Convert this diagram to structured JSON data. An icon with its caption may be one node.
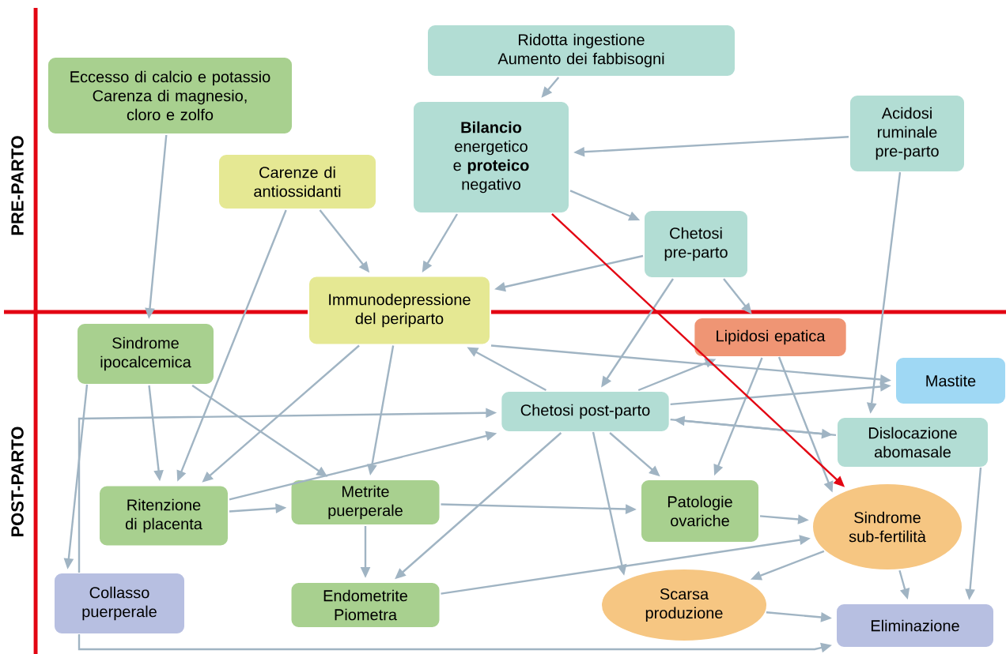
{
  "diagram": {
    "nodes": [
      {
        "text": [
          "Ridotta ingestione",
          "Aumento dei fabbisogni"
        ]
      },
      {
        "text": [
          "Eccesso di calcio e potassio",
          "Carenza di magnesio, cloro e zolfo"
        ]
      },
      {
        "text": [
          "**Bilancio** energetico e **proteico** negativo"
        ]
      },
      {
        "text": [
          "Acidosi ruminale pre-parto"
        ]
      },
      {
        "text": [
          "Carenze di antiossidanti"
        ]
      },
      {
        "text": [
          "Chetosi pre-parto"
        ]
      },
      {
        "text": [
          "Immunodepressione del periparto"
        ]
      },
      {
        "text": [
          "Sindrome ipocalcemica"
        ]
      },
      {
        "text": [
          "Lipidosi epatica"
        ]
      },
      {
        "text": [
          "Mastite"
        ]
      },
      {
        "text": [
          "Chetosi post-parto"
        ]
      },
      {
        "text": [
          "Dislocazione abomasale"
        ]
      },
      {
        "text": [
          "Ritenzione di placenta"
        ]
      },
      {
        "text": [
          "Metrite puerperale"
        ]
      },
      {
        "text": [
          "Patologie ovariche"
        ]
      },
      {
        "text": [
          "Sindrome sub-fertilità"
        ]
      },
      {
        "text": [
          "Collasso puerperale"
        ]
      },
      {
        "text": [
          "Endometrite Piometra"
        ]
      },
      {
        "text": [
          "Scarsa produzione"
        ]
      },
      {
        "text": [
          "Eliminazione"
        ]
      }
    ],
    "edges": [
      {
        "from": 0,
        "to": 2,
        "arrow": "to"
      },
      {
        "from": 3,
        "to": 2,
        "arrow": "to"
      },
      {
        "from": 2,
        "to": 5,
        "arrow": "to"
      },
      {
        "from": 1,
        "to": 7,
        "arrow": "to"
      },
      {
        "from": 4,
        "to": 6,
        "arrow": "to"
      },
      {
        "from": 2,
        "to": 6,
        "arrow": "to"
      },
      {
        "from": 5,
        "to": 6,
        "arrow": "to"
      },
      {
        "from": 4,
        "to": 12,
        "arrow": "to"
      },
      {
        "from": 5,
        "to": 10,
        "arrow": "to"
      },
      {
        "from": 5,
        "to": 8,
        "arrow": "to"
      },
      {
        "from": 6,
        "to": 9,
        "arrow": "to"
      },
      {
        "from": 10,
        "to": 6,
        "arrow": "to"
      },
      {
        "from": 3,
        "to": 11,
        "arrow": "to"
      },
      {
        "from": 10,
        "to": 8,
        "arrow": "to"
      },
      {
        "from": 10,
        "to": 9,
        "arrow": "to"
      },
      {
        "from": 11,
        "to": 10,
        "arrow": "to"
      },
      {
        "from": 10,
        "to": 11,
        "arrow": "to"
      },
      {
        "from": 8,
        "to": 14,
        "arrow": "to"
      },
      {
        "from": 8,
        "to": 15,
        "arrow": "to"
      },
      {
        "from": 2,
        "to": 15,
        "arrow": "to",
        "color": "#e30613"
      },
      {
        "from": 7,
        "to": 12,
        "arrow": "to"
      },
      {
        "from": 7,
        "to": 13,
        "arrow": "to"
      },
      {
        "from": 7,
        "to": 16,
        "arrow": "to"
      },
      {
        "from": 16,
        "to": 10,
        "arrow": "to"
      },
      {
        "from": 16,
        "to": 19,
        "arrow": "to"
      },
      {
        "from": 6,
        "to": 12,
        "arrow": "to"
      },
      {
        "from": 6,
        "to": 13,
        "arrow": "to"
      },
      {
        "from": 12,
        "to": 10,
        "arrow": "to"
      },
      {
        "from": 12,
        "to": 13,
        "arrow": "to"
      },
      {
        "from": 13,
        "to": 17,
        "arrow": "to"
      },
      {
        "from": 13,
        "to": 14,
        "arrow": "to"
      },
      {
        "from": 10,
        "to": 17,
        "arrow": "to"
      },
      {
        "from": 10,
        "to": 14,
        "arrow": "to"
      },
      {
        "from": 10,
        "to": 18,
        "arrow": "to"
      },
      {
        "from": 17,
        "to": 15,
        "arrow": "to"
      },
      {
        "from": 14,
        "to": 15,
        "arrow": "to"
      },
      {
        "from": 15,
        "to": 18,
        "arrow": "to"
      },
      {
        "from": 15,
        "to": 19,
        "arrow": "to"
      },
      {
        "from": 11,
        "to": 19,
        "arrow": "to"
      },
      {
        "from": 18,
        "to": 19,
        "arrow": "to"
      }
    ],
    "labels": [
      "PRE-PARTO",
      "POST-PARTO"
    ]
  }
}
